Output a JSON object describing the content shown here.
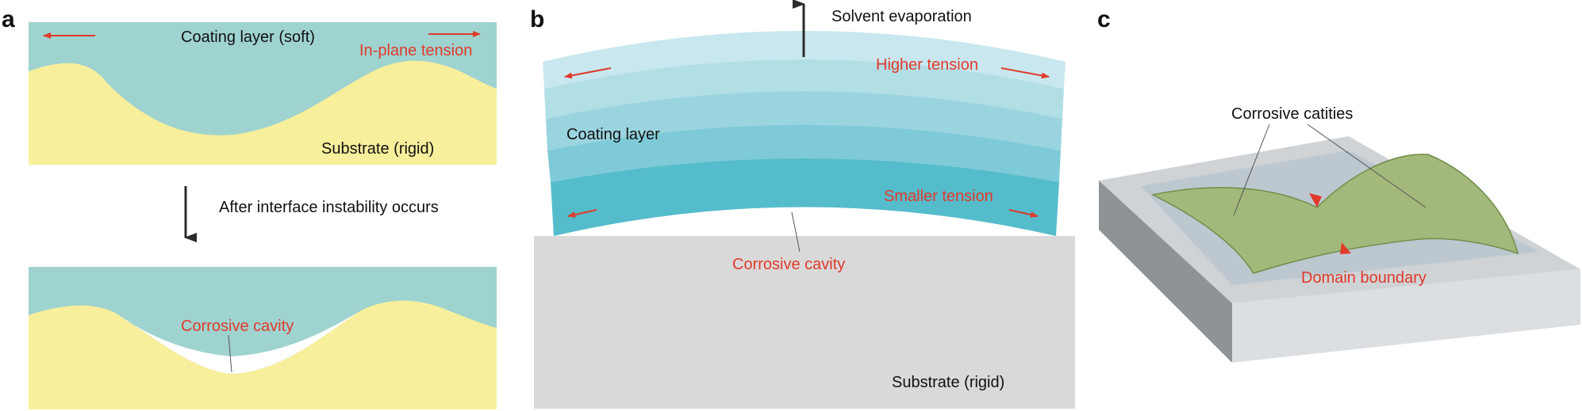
{
  "panels": {
    "a": {
      "letter": "a",
      "coating_label": "Coating layer (soft)",
      "tension_label": "In-plane tension",
      "substrate_label": "Substrate (rigid)",
      "transition_label": "After interface instability occurs",
      "cavity_label": "Corrosive cavity"
    },
    "b": {
      "letter": "b",
      "evaporation_label": "Solvent evaporation",
      "higher_tension_label": "Higher tension",
      "coating_label": "Coating layer",
      "smaller_tension_label": "Smaller tension",
      "cavity_label": "Corrosive cavity",
      "substrate_label": "Substrate (rigid)"
    },
    "c": {
      "letter": "c",
      "cavities_label": "Corrosive catities",
      "boundary_label": "Domain boundary"
    }
  },
  "colors": {
    "coating": "#9fd3d0",
    "substrate_yellow": "#f8ef9c",
    "substrate_gray": "#d9d9d9",
    "annotation_red": "#e03a2a",
    "text": "#111111"
  }
}
